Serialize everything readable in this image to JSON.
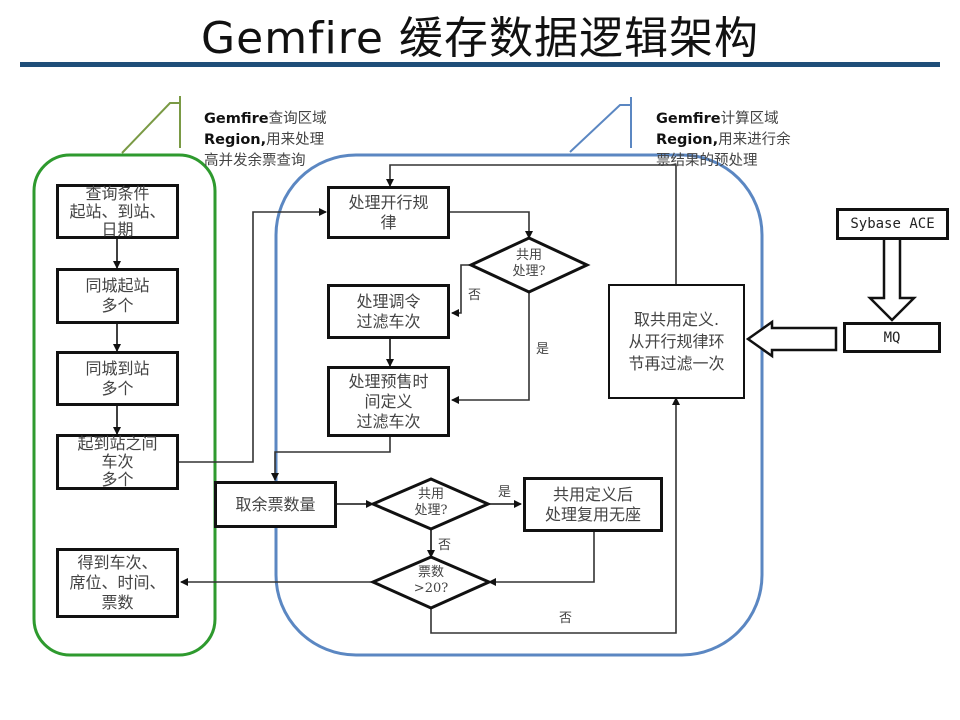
{
  "title": "Gemfire 缓存数据逻辑架构",
  "colors": {
    "title_rule": "#1f4e79",
    "query_region": "#2e9a2e",
    "compute_region": "#5b87c2",
    "callout_left": "#7a9a45",
    "callout_right": "#5b87c2",
    "node_border": "#111111"
  },
  "callouts": {
    "query_region": {
      "bold": "Gemfire",
      "line1_rest": "查询区域",
      "line2_bold": "Region,",
      "line2_rest": "用来处理",
      "line3": "高并发余票查询"
    },
    "compute_region": {
      "bold": "Gemfire",
      "line1_rest": "计算区域",
      "line2_bold": "Region,",
      "line2_rest": "用来进行余",
      "line3": "票结果的预处理"
    }
  },
  "nodes": {
    "query_conditions": "查询条件\n起站、到站、\n日期",
    "same_city_origin": "同城起站\n多个",
    "same_city_dest": "同城到站\n多个",
    "trains_between": "起到站之间\n车次\n多个",
    "get_result": "得到车次、\n席位、时间、\n票数",
    "process_schedule_rule": "处理开行规\n律",
    "process_dispatch": "处理调令\n过滤车次",
    "process_presale": "处理预售时\n间定义\n过滤车次",
    "get_remaining_tickets": "取余票数量",
    "after_shared_definition": "共用定义后\n处理复用无座",
    "fetch_shared_definition": "取共用定义.\n从开行规律环\n节再过滤一次",
    "sybase_ace": "Sybase ACE",
    "mq": "MQ"
  },
  "decisions": {
    "shared_processing_1": "共用\n处理?",
    "shared_processing_2": "共用\n处理?",
    "ticket_count_check": "票数\n>20?"
  },
  "edge_labels": {
    "d1_no": "否",
    "d1_yes": "是",
    "d2_yes": "是",
    "d2_no": "否",
    "d3_no": "否"
  }
}
